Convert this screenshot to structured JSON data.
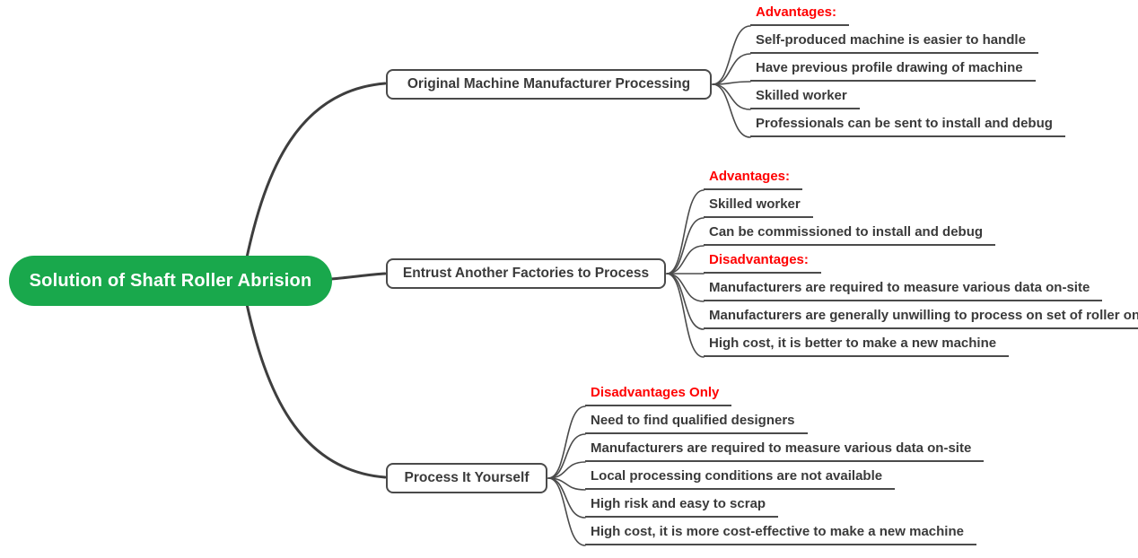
{
  "colors": {
    "root_bg": "#19a84c",
    "root_text": "#ffffff",
    "text": "#3a3a3a",
    "emphasis": "#ff0000",
    "branch_border": "#4a4a4a",
    "connector": "#3e3e3e",
    "leaf_line": "#4b4b4b"
  },
  "root": {
    "label": "Solution of Shaft Roller Abrision"
  },
  "branches": [
    {
      "label": "Original Machine Manufacturer Processing",
      "leaves": [
        {
          "text": "Advantages:",
          "emphasis": true
        },
        {
          "text": "Self-produced machine is easier to handle",
          "emphasis": false
        },
        {
          "text": "Have previous profile drawing of machine",
          "emphasis": false
        },
        {
          "text": "Skilled worker",
          "emphasis": false
        },
        {
          "text": "Professionals can be sent to install and debug",
          "emphasis": false
        }
      ]
    },
    {
      "label": "Entrust Another Factories to Process",
      "leaves": [
        {
          "text": "Advantages:",
          "emphasis": true
        },
        {
          "text": "Skilled worker",
          "emphasis": false
        },
        {
          "text": "Can be commissioned to install and debug",
          "emphasis": false
        },
        {
          "text": "Disadvantages:",
          "emphasis": true
        },
        {
          "text": "Manufacturers are required to measure various data on-site",
          "emphasis": false
        },
        {
          "text": "Manufacturers are generally unwilling to process on set of roller only",
          "emphasis": false
        },
        {
          "text": "High cost, it is better to make a new machine",
          "emphasis": false
        }
      ]
    },
    {
      "label": "Process It Yourself",
      "leaves": [
        {
          "text": "Disadvantages Only",
          "emphasis": true
        },
        {
          "text": "Need to find qualified designers",
          "emphasis": false
        },
        {
          "text": "Manufacturers are required to measure various data on-site",
          "emphasis": false
        },
        {
          "text": "Local processing conditions are not available",
          "emphasis": false
        },
        {
          "text": "High risk and easy to scrap",
          "emphasis": false
        },
        {
          "text": "High cost, it is more cost-effective to make a new machine",
          "emphasis": false
        }
      ]
    }
  ]
}
